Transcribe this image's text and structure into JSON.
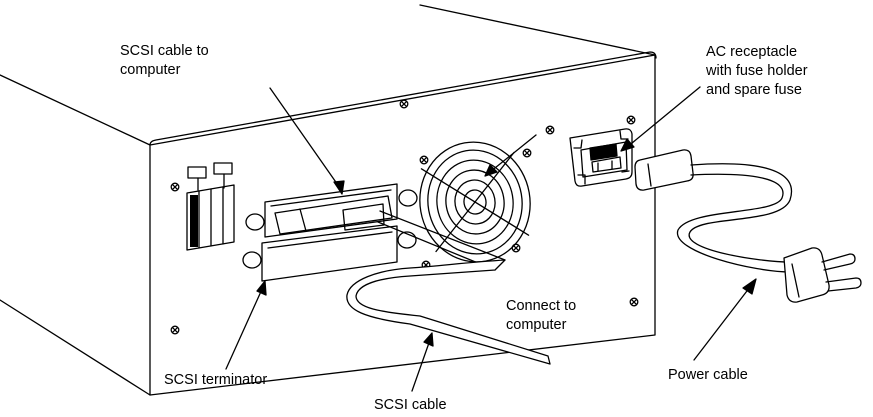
{
  "labels": {
    "scsi_cable_to_computer": [
      "SCSI cable to",
      "computer"
    ],
    "ac_receptacle": [
      "AC receptacle",
      "with fuse holder",
      "and spare fuse"
    ],
    "connect_to_computer": [
      "Connect to",
      "computer"
    ],
    "scsi_terminator": "SCSI terminator",
    "scsi_cable": "SCSI cable",
    "power_cable": "Power cable"
  },
  "colors": {
    "line": "#000000",
    "background": "#ffffff"
  }
}
